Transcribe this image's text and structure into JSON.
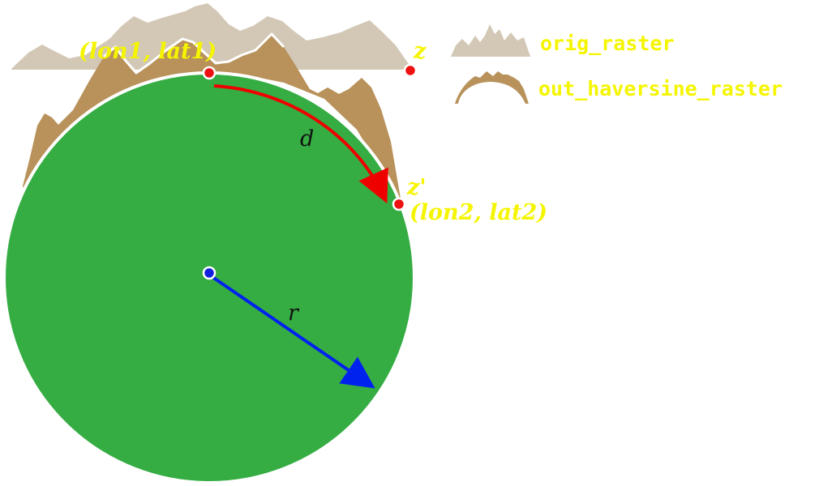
{
  "diagram": {
    "point_start_label": "(lon1, lat1)",
    "point_end_label": "(lon2, lat2)",
    "z_label": "z",
    "z_prime_label": "z'",
    "distance_label": "d",
    "radius_label": "r"
  },
  "legend": {
    "items": [
      {
        "label": "orig_raster",
        "icon": "mountain-icon",
        "color": "#d3c8b6"
      },
      {
        "label": "out_haversine_raster",
        "icon": "curved-mountain-icon",
        "color": "#b8925a"
      }
    ]
  },
  "colors": {
    "label_text": "#f5f500",
    "earth_fill": "#35ad43",
    "earth_outline": "#ffffff",
    "orig_raster_fill": "#d3c8b6",
    "haversine_raster_fill": "#b8925a",
    "distance_arrow": "#ee0000",
    "radius_arrow": "#0022ee",
    "point_marker": "#ee1111",
    "center_marker": "#1122dd"
  }
}
